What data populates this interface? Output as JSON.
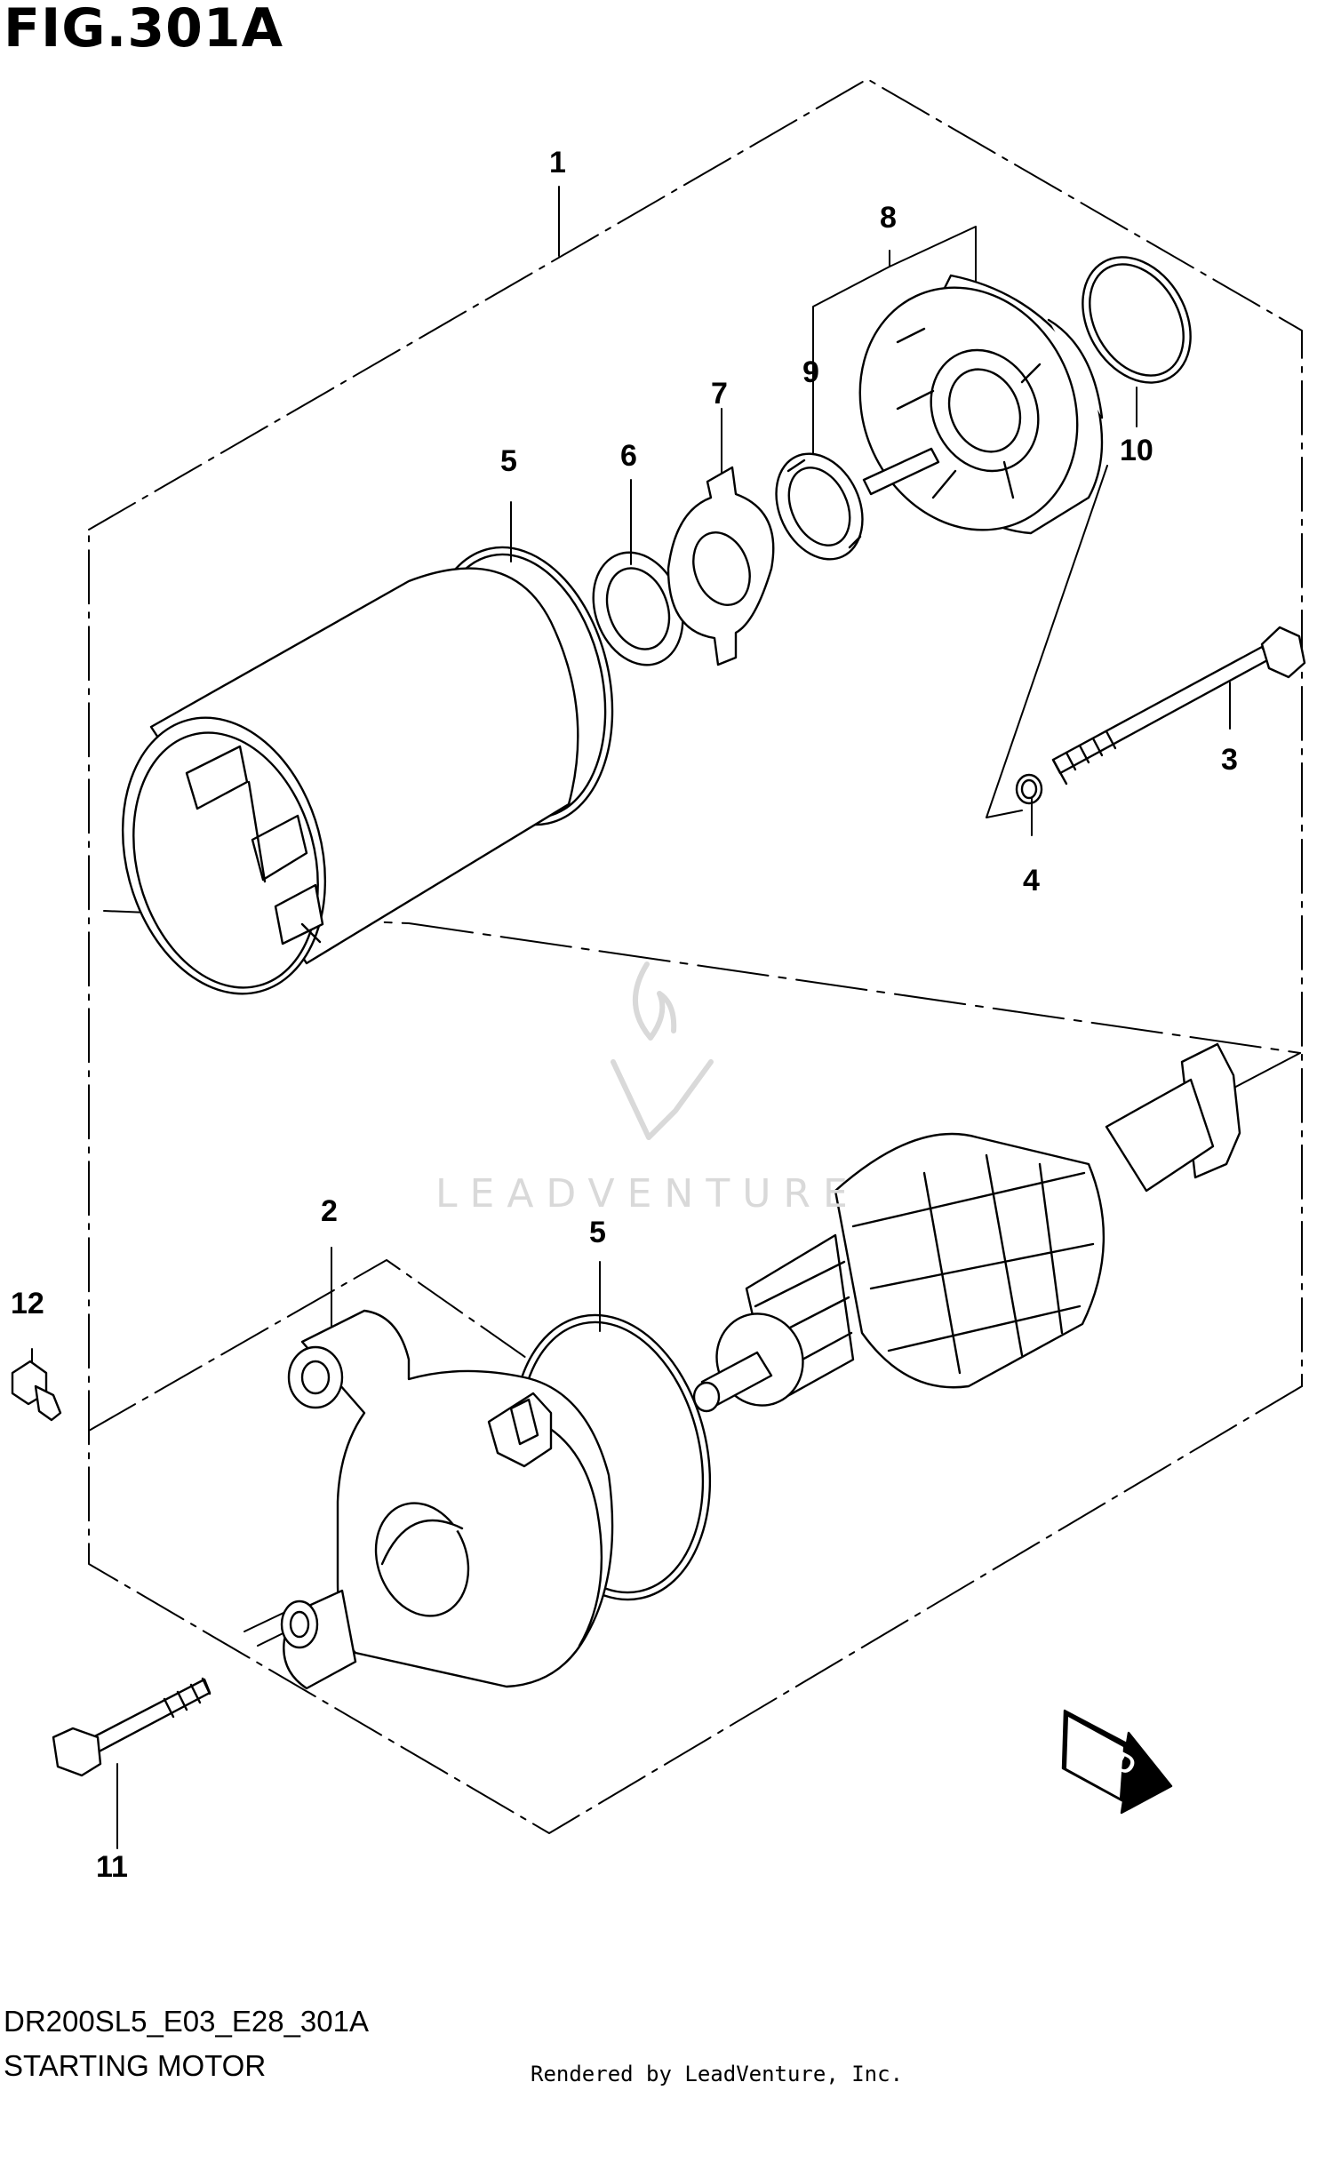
{
  "figure": {
    "title": "FIG.301A",
    "code": "DR200SL5_E03_E28_301A",
    "name": "STARTING MOTOR",
    "credit": "Rendered by LeadVenture, Inc.",
    "watermark": "LEADVENTURE",
    "fwd_label": "FWD"
  },
  "callouts": [
    "1",
    "2",
    "3",
    "4",
    "5",
    "5",
    "6",
    "7",
    "8",
    "9",
    "10",
    "11",
    "12"
  ],
  "colors": {
    "ink": "#000000",
    "paper": "#ffffff",
    "watermark": "#d9d9d9"
  }
}
